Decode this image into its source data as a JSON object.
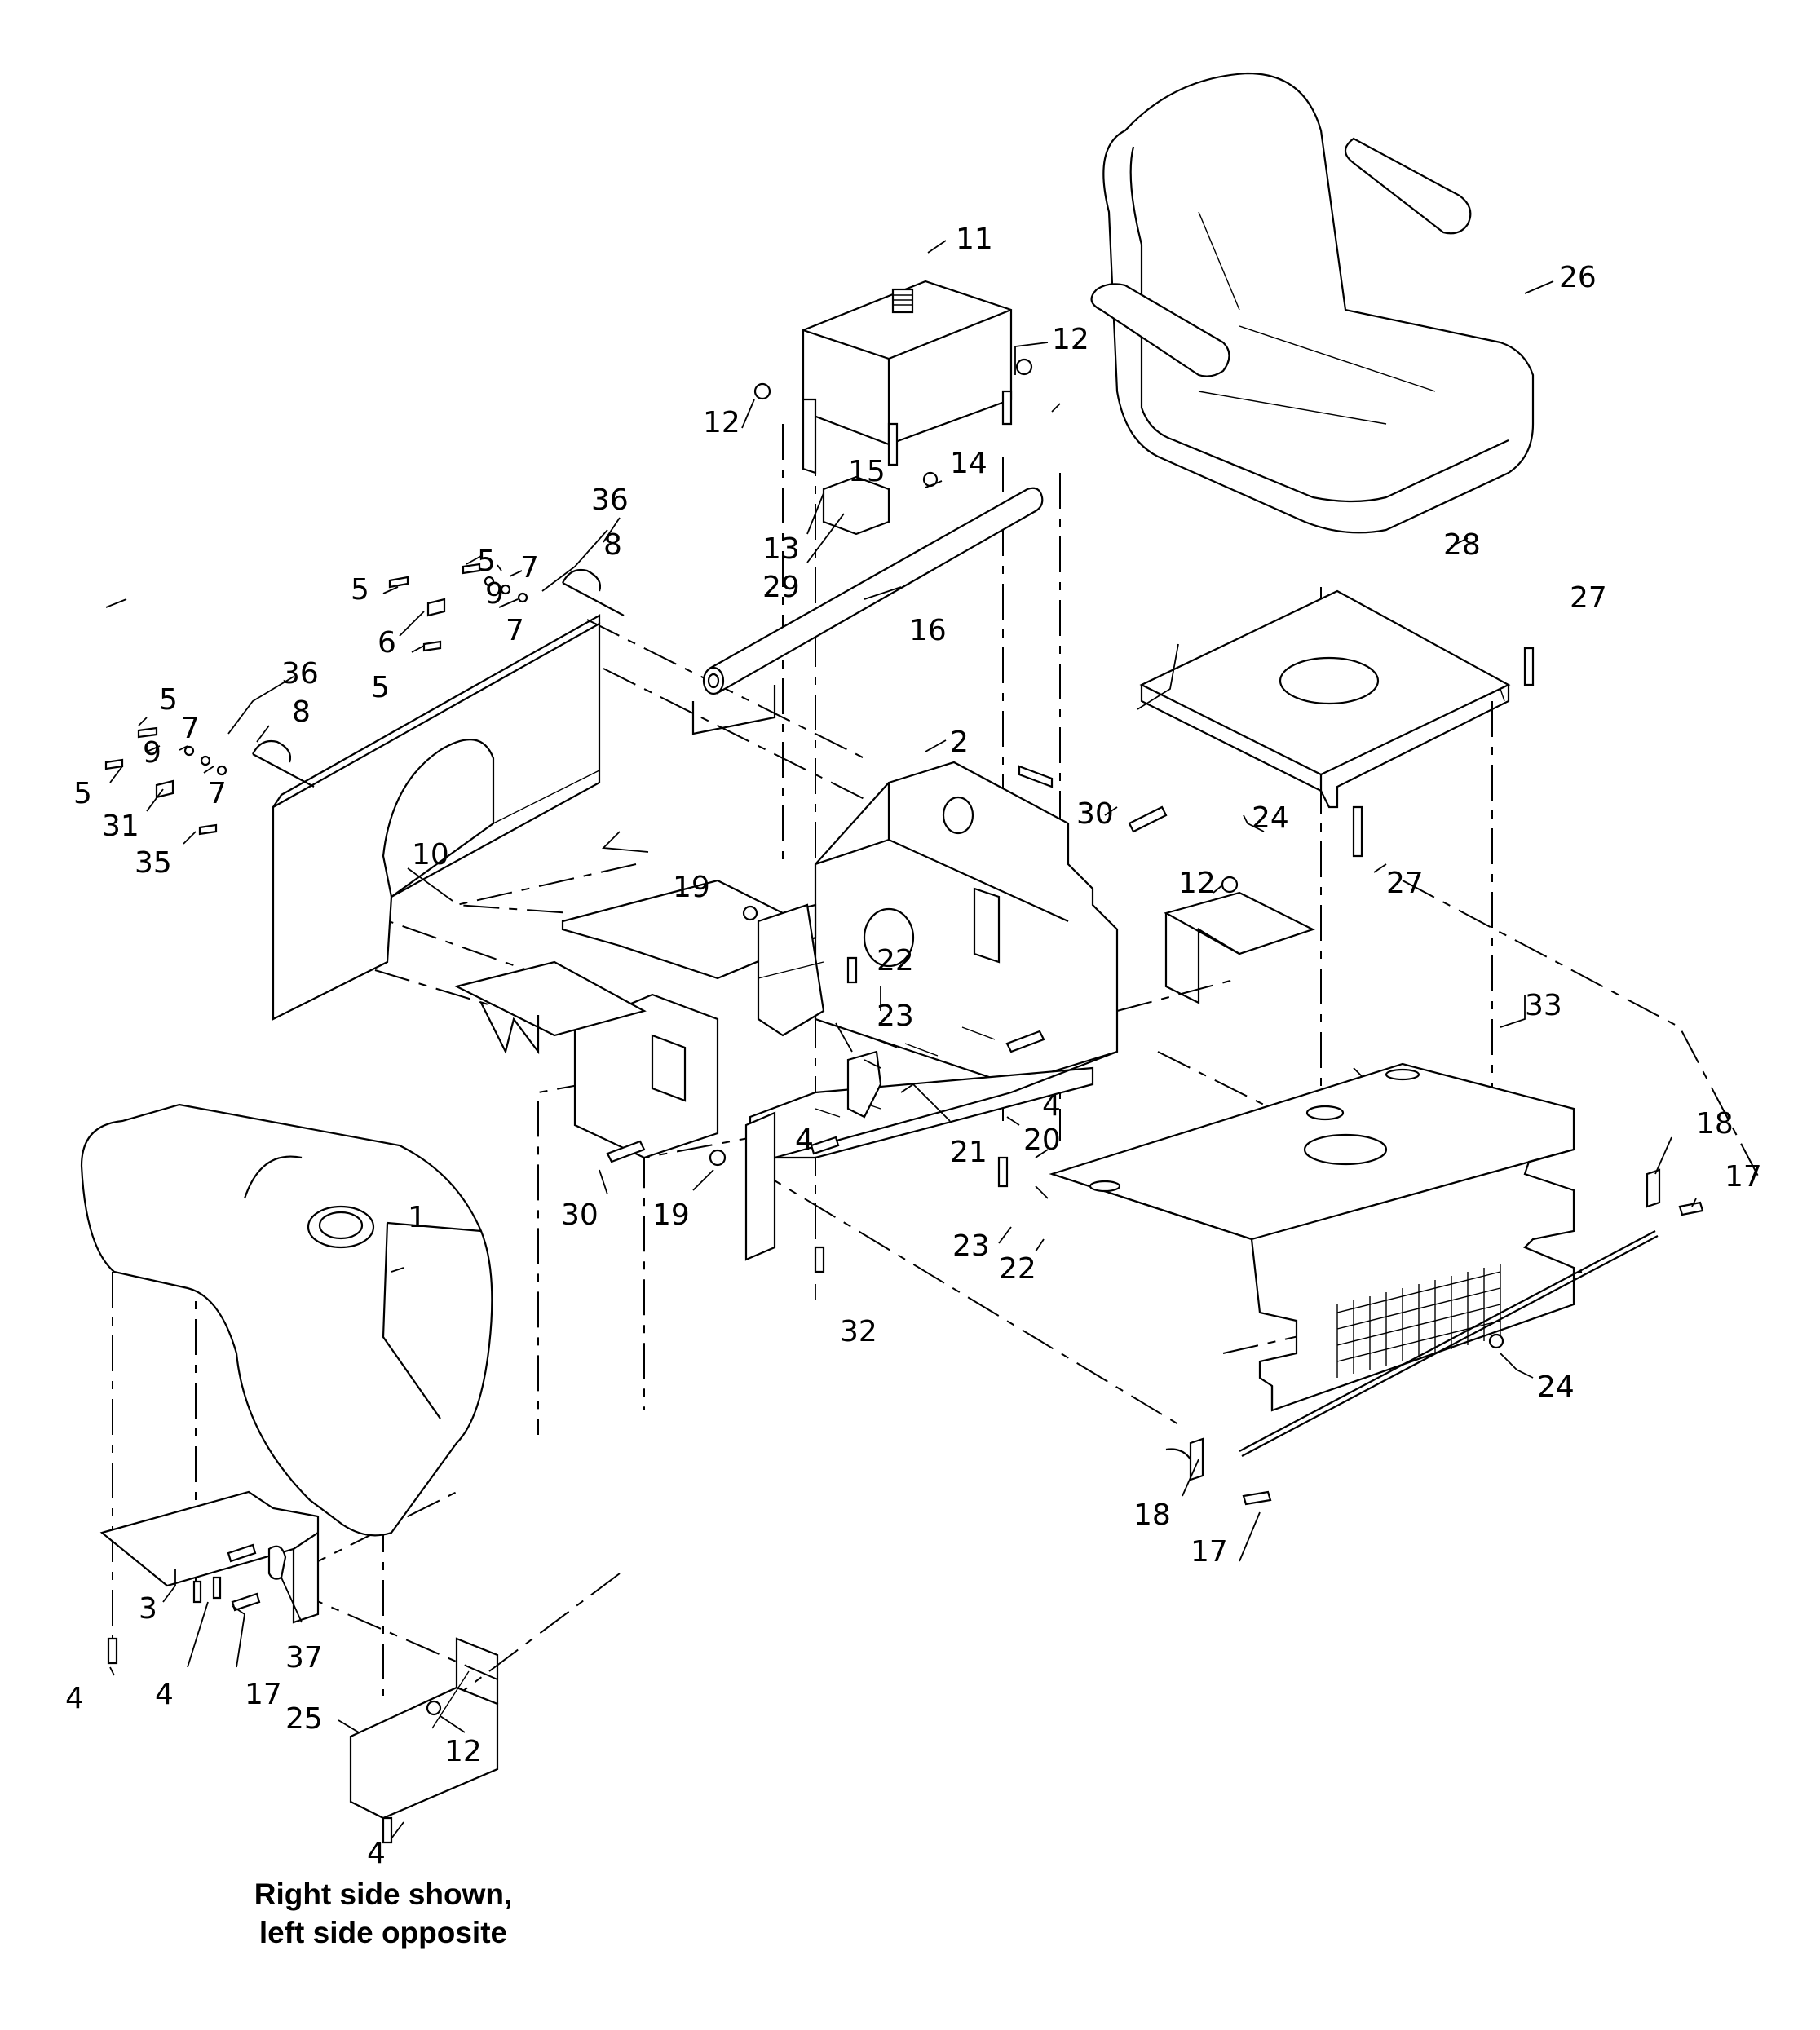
{
  "caption": {
    "line1": "Right side shown,",
    "line2": "left side opposite"
  },
  "callouts": [
    {
      "id": "c1",
      "text": "1"
    },
    {
      "id": "c2",
      "text": "2"
    },
    {
      "id": "c3",
      "text": "3"
    },
    {
      "id": "c4a",
      "text": "4"
    },
    {
      "id": "c4b",
      "text": "4"
    },
    {
      "id": "c4c",
      "text": "4"
    },
    {
      "id": "c4d",
      "text": "4"
    },
    {
      "id": "c4e",
      "text": "4"
    },
    {
      "id": "c5a",
      "text": "5"
    },
    {
      "id": "c5b",
      "text": "5"
    },
    {
      "id": "c5c",
      "text": "5"
    },
    {
      "id": "c5d",
      "text": "5"
    },
    {
      "id": "c5e",
      "text": "5"
    },
    {
      "id": "c6",
      "text": "6"
    },
    {
      "id": "c7a",
      "text": "7"
    },
    {
      "id": "c7b",
      "text": "7"
    },
    {
      "id": "c7c",
      "text": "7"
    },
    {
      "id": "c7d",
      "text": "7"
    },
    {
      "id": "c8a",
      "text": "8"
    },
    {
      "id": "c8b",
      "text": "8"
    },
    {
      "id": "c9a",
      "text": "9"
    },
    {
      "id": "c9b",
      "text": "9"
    },
    {
      "id": "c10",
      "text": "10"
    },
    {
      "id": "c11",
      "text": "11"
    },
    {
      "id": "c12a",
      "text": "12"
    },
    {
      "id": "c12b",
      "text": "12"
    },
    {
      "id": "c12c",
      "text": "12"
    },
    {
      "id": "c12d",
      "text": "12"
    },
    {
      "id": "c13",
      "text": "13"
    },
    {
      "id": "c14",
      "text": "14"
    },
    {
      "id": "c15",
      "text": "15"
    },
    {
      "id": "c16",
      "text": "16"
    },
    {
      "id": "c17a",
      "text": "17"
    },
    {
      "id": "c17b",
      "text": "17"
    },
    {
      "id": "c17c",
      "text": "17"
    },
    {
      "id": "c18a",
      "text": "18"
    },
    {
      "id": "c18b",
      "text": "18"
    },
    {
      "id": "c19a",
      "text": "19"
    },
    {
      "id": "c19b",
      "text": "19"
    },
    {
      "id": "c20",
      "text": "20"
    },
    {
      "id": "c21",
      "text": "21"
    },
    {
      "id": "c22a",
      "text": "22"
    },
    {
      "id": "c22b",
      "text": "22"
    },
    {
      "id": "c23a",
      "text": "23"
    },
    {
      "id": "c23b",
      "text": "23"
    },
    {
      "id": "c24a",
      "text": "24"
    },
    {
      "id": "c24b",
      "text": "24"
    },
    {
      "id": "c25",
      "text": "25"
    },
    {
      "id": "c26",
      "text": "26"
    },
    {
      "id": "c27a",
      "text": "27"
    },
    {
      "id": "c27b",
      "text": "27"
    },
    {
      "id": "c28",
      "text": "28"
    },
    {
      "id": "c29",
      "text": "29"
    },
    {
      "id": "c30a",
      "text": "30"
    },
    {
      "id": "c30b",
      "text": "30"
    },
    {
      "id": "c31",
      "text": "31"
    },
    {
      "id": "c32",
      "text": "32"
    },
    {
      "id": "c33",
      "text": "33"
    },
    {
      "id": "c35",
      "text": "35"
    },
    {
      "id": "c36a",
      "text": "36"
    },
    {
      "id": "c36b",
      "text": "36"
    },
    {
      "id": "c37",
      "text": "37"
    }
  ]
}
